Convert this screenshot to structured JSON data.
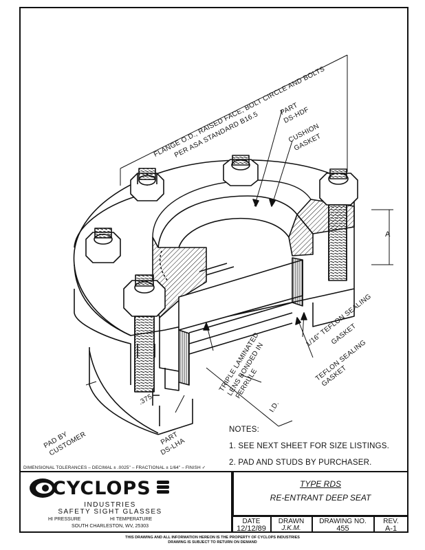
{
  "labels": {
    "flange": "FLANGE O.D., RAISED FACE, BOLT CIRCLE AND BOLTS",
    "asa": "PER ASA STANDARD B16.5",
    "part_hdf": "PART",
    "part_hdf_code": "DS-HDF",
    "cushion": "CUSHION",
    "gasket": "GASKET",
    "dim_a": "A",
    "teflon1_line1": "1/16\" TEFLON SEALING",
    "teflon1_line2": "GASKET",
    "teflon2_line1": "TEFLON SEALING",
    "teflon2_line2": "GASKET",
    "lens_line1": "TRIPLE LAMINATED",
    "lens_line2": "LENS BONDED IN",
    "lens_line3": "FERRULE",
    "id": "I.D.",
    "dim_375": ".375",
    "pad_line1": "PAD BY",
    "pad_line2": "CUSTOMER",
    "part_lha": "PART",
    "part_lha_code": "DS-LHA"
  },
  "notes": {
    "heading": "NOTES:",
    "note1": "1. SEE NEXT SHEET FOR SIZE LISTINGS.",
    "note2": "2. PAD AND STUDS BY PURCHASER."
  },
  "tolerances": "DIMENSIONAL TOLERANCES – DECIMAL ± .0025\" – FRACTIONAL ± 1/64\" – FINISH ✓",
  "company": {
    "name": "CYCLOPS",
    "line1": "INDUSTRIES",
    "line2": "SAFETY SIGHT GLASSES",
    "pressure": "HI PRESSURE",
    "temperature": "HI TEMPERATURE",
    "address": "SOUTH CHARLESTON, WV, 25303"
  },
  "title_block": {
    "type": "TYPE RDS",
    "description": "RE-ENTRANT DEEP SEAT",
    "date_label": "DATE",
    "date_value": "12/12/89",
    "drawn_label": "DRAWN",
    "drawn_value": "J.K.M.",
    "drawing_no_label": "DRAWING NO.",
    "drawing_no_value": "455",
    "rev_label": "REV.",
    "rev_value": "A-1"
  },
  "footer": {
    "line1": "THIS DRAWING AND ALL INFORMATION HEREON IS THE PROPERTY OF CYCLOPS INDUSTRIES",
    "line2": "DRAWING IS SUBJECT TO RETURN ON DEMAND"
  },
  "colors": {
    "ink": "#111111",
    "paper": "#ffffff"
  }
}
